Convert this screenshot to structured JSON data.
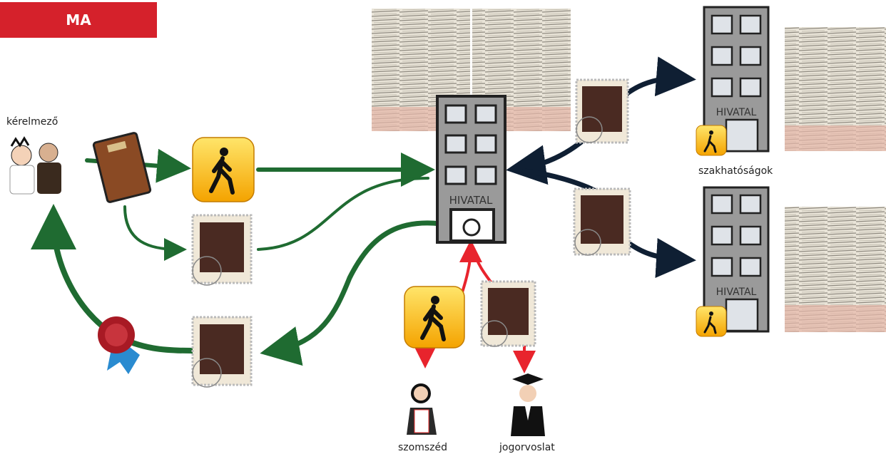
{
  "banner": {
    "label": "MA",
    "color": "#d5212b"
  },
  "labels": {
    "applicant": "kérelmező",
    "authorities": "szakhatóságok",
    "neighbor": "szomszéd",
    "appeal": "jogorvoslat"
  },
  "buildings": {
    "main_label": "HIVATAL",
    "top_right_label": "HIVATAL",
    "bottom_right_label": "HIVATAL"
  },
  "colors": {
    "green_arrow": "#1f6b31",
    "navy_arrow": "#0f1f33",
    "red_arrow": "#e8242d",
    "building": "#9a9a9a"
  },
  "icons": [
    "applicant-icon",
    "folder-icon",
    "pedestrian-icon",
    "stamp-icon",
    "seal-icon",
    "neighbor-icon",
    "lawyer-icon",
    "paper-stack-icon"
  ]
}
